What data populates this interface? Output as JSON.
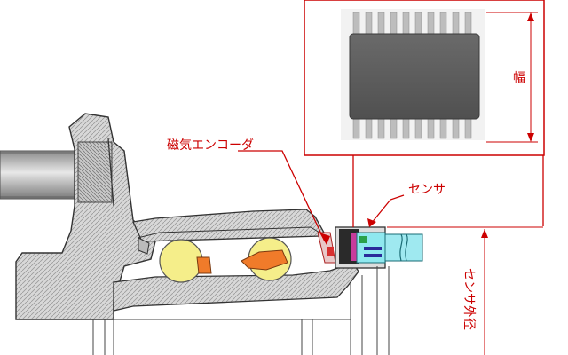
{
  "labels": {
    "encoder": "磁気エンコーダ",
    "sensor": "センサ",
    "width": "幅",
    "sensor_outer_diameter": "センサ外径"
  },
  "colors": {
    "annotation": "#cc0000",
    "ball": "#f5ee8a",
    "seal": "#f07b2a",
    "metal_gray": "#a9a9a9",
    "sensor_magenta": "#c83c9c",
    "sensor_cyan": "#8fe8ef"
  }
}
